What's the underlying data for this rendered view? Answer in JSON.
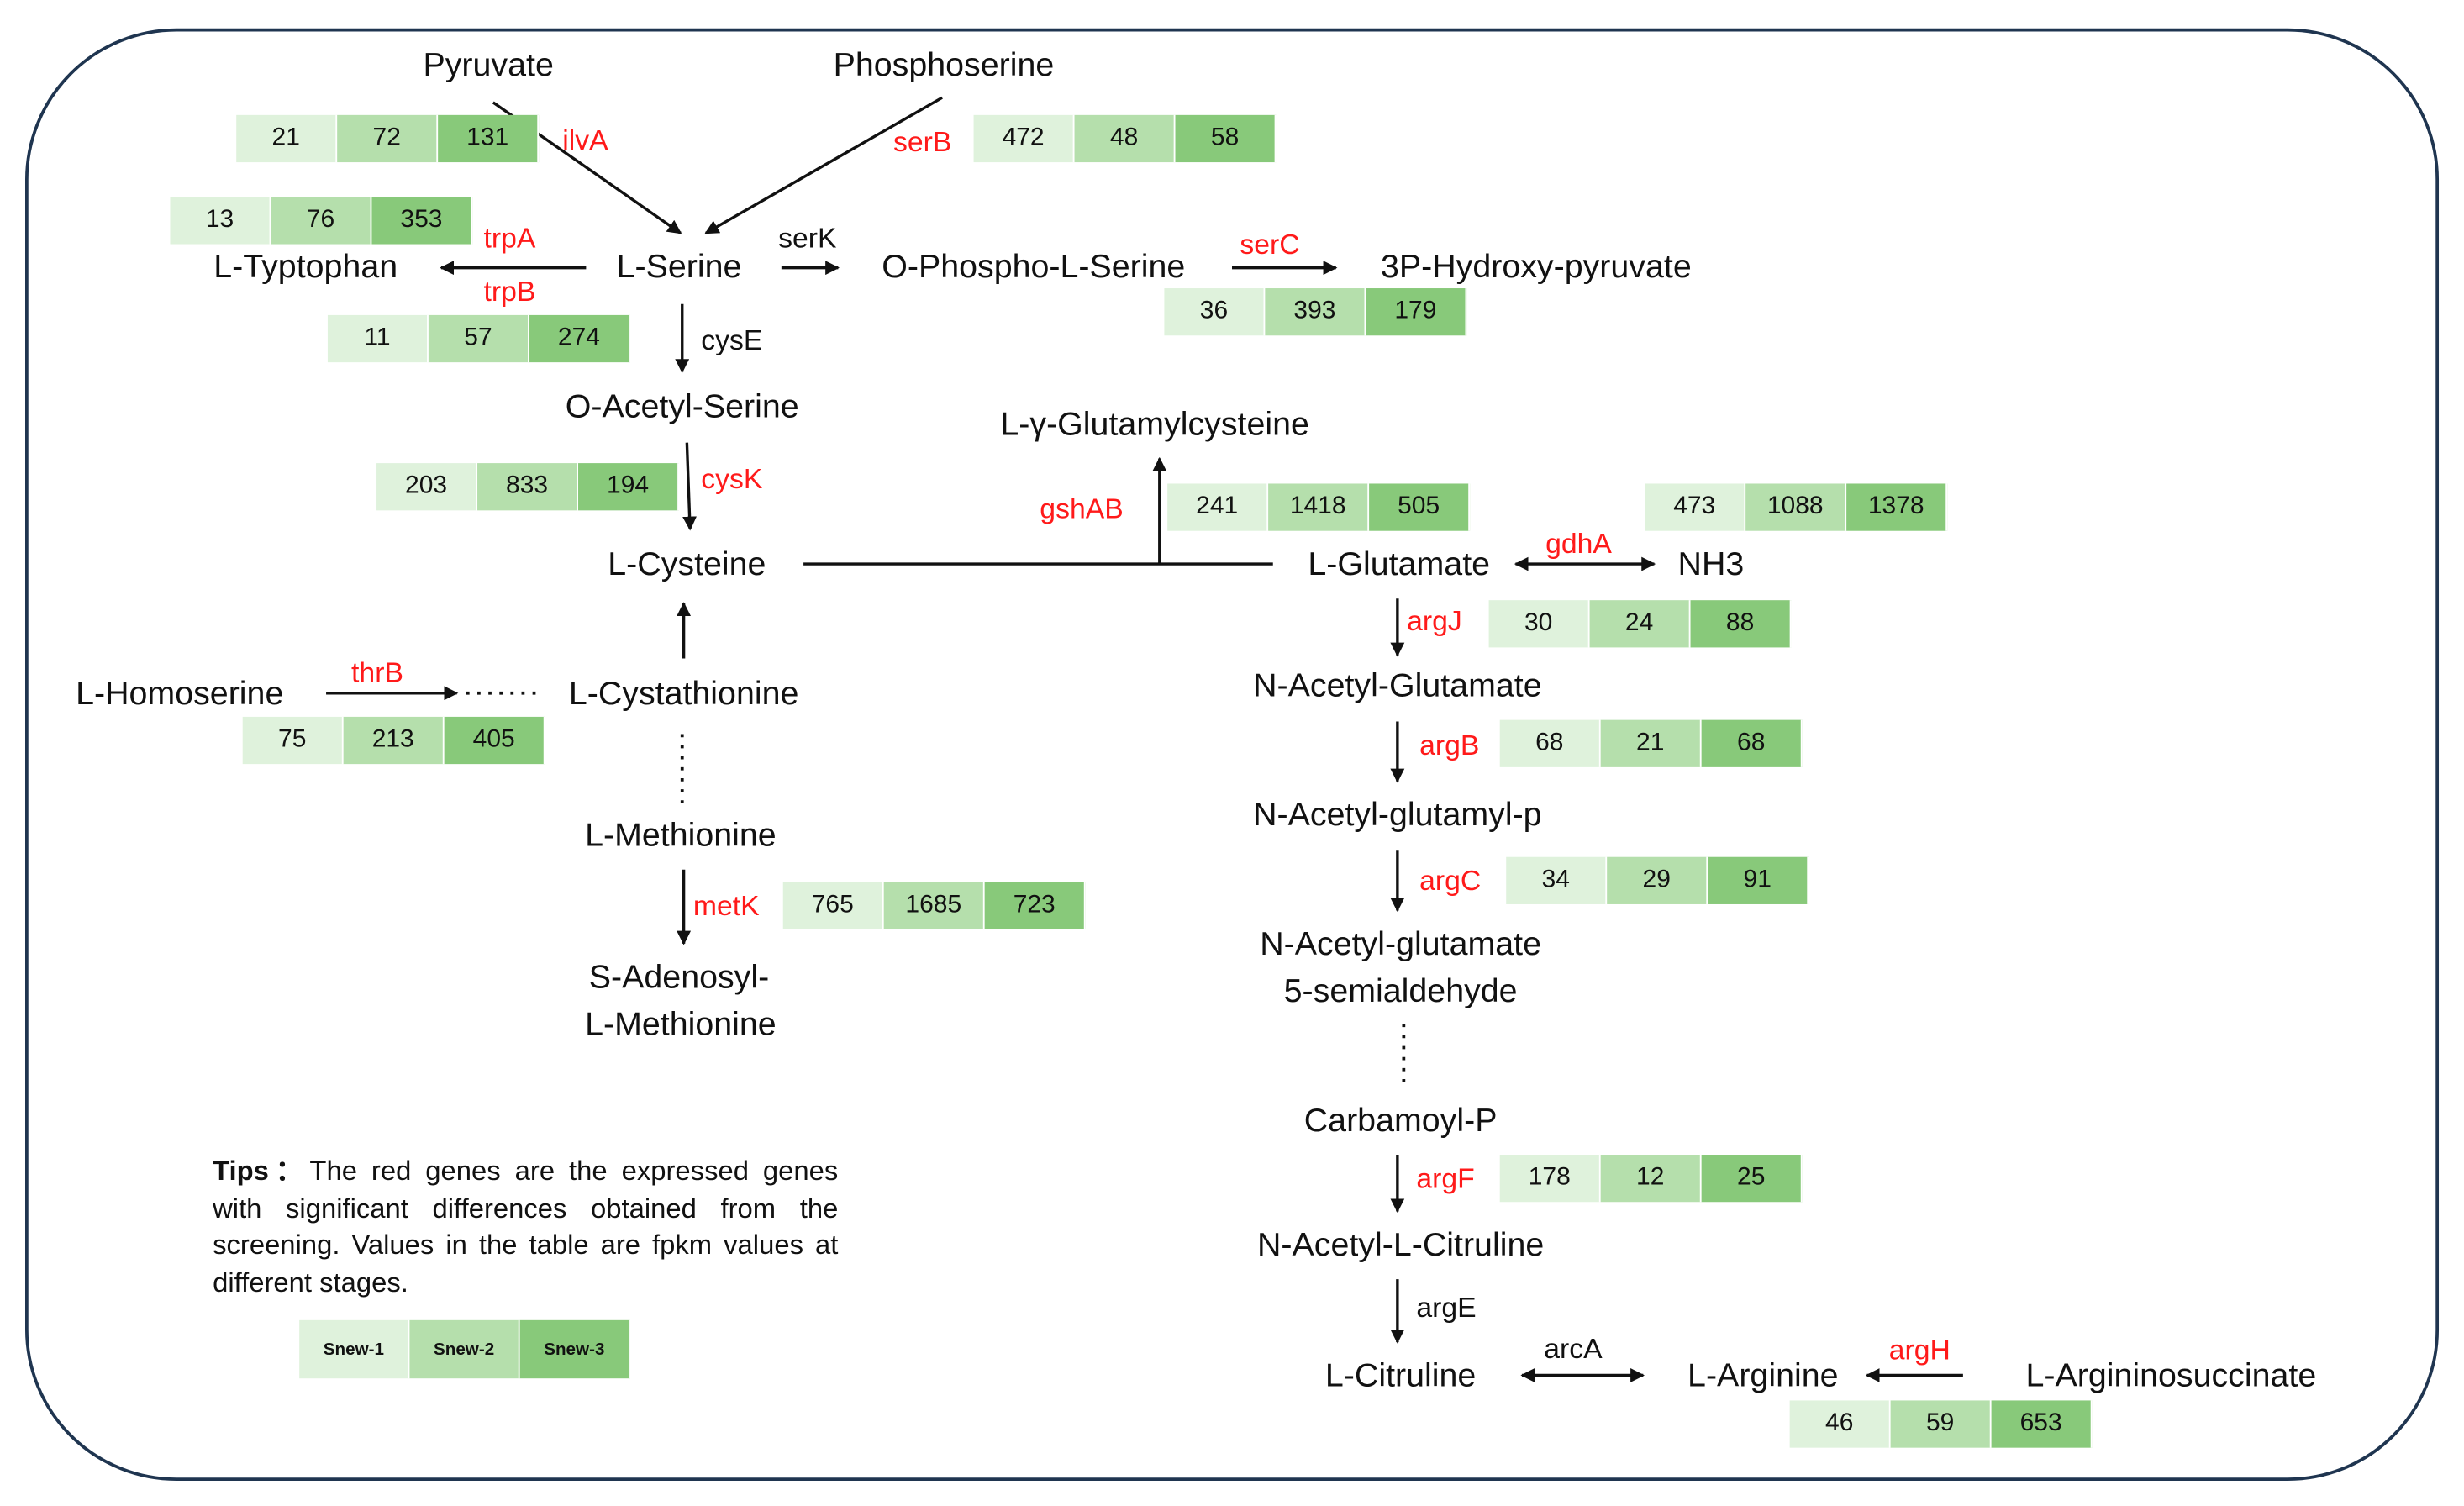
{
  "metabolites": {
    "pyruvate": "Pyruvate",
    "phosphoserine": "Phosphoserine",
    "l_tryptophan": "L-Typtophan",
    "l_serine": "L-Serine",
    "o_phospho_l_serine": "O-Phospho-L-Serine",
    "hydroxy_pyruvate": "3P-Hydroxy-pyruvate",
    "o_acetyl_serine": "O-Acetyl-Serine",
    "glutamylcysteine": "L-γ-Glutamylcysteine",
    "l_cysteine": "L-Cysteine",
    "l_glutamate": "L-Glutamate",
    "nh3": "NH3",
    "l_homoserine": "L-Homoserine",
    "l_cystathionine": "L-Cystathionine",
    "n_acetyl_glutamate": "N-Acetyl-Glutamate",
    "l_methionine": "L-Methionine",
    "n_acetyl_glutamyl_p": "N-Acetyl-glutamyl-p",
    "s_adenosyl_1": "S-Adenosyl-",
    "s_adenosyl_2": "L-Methionine",
    "n_acetyl_glutamate_semi_1": "N-Acetyl-glutamate",
    "n_acetyl_glutamate_semi_2": "5-semialdehyde",
    "carbamoyl_p": "Carbamoyl-P",
    "n_acetyl_l_citrulline": "N-Acetyl-L-Citruline",
    "l_citrulline": "L-Citruline",
    "l_arginine": "L-Arginine",
    "l_argininosuccinate": "L-Argininosuccinate"
  },
  "genes": {
    "ilvA": "ilvA",
    "serB": "serB",
    "trpA": "trpA",
    "trpB": "trpB",
    "serK": "serK",
    "serC": "serC",
    "cysE": "cysE",
    "cysK": "cysK",
    "gshAB": "gshAB",
    "gdhA": "gdhA",
    "argJ": "argJ",
    "thrB": "thrB",
    "argB": "argB",
    "argC": "argC",
    "metK": "metK",
    "argF": "argF",
    "argE": "argE",
    "arcA": "arcA",
    "argH": "argH"
  },
  "fpkm": {
    "ilvA": [
      "21",
      "72",
      "131"
    ],
    "serB": [
      "472",
      "48",
      "58"
    ],
    "trpA": [
      "13",
      "76",
      "353"
    ],
    "trpB": [
      "11",
      "57",
      "274"
    ],
    "serC": [
      "36",
      "393",
      "179"
    ],
    "cysK": [
      "203",
      "833",
      "194"
    ],
    "gshAB": [
      "241",
      "1418",
      "505"
    ],
    "gdhA": [
      "473",
      "1088",
      "1378"
    ],
    "argJ": [
      "30",
      "24",
      "88"
    ],
    "thrB": [
      "75",
      "213",
      "405"
    ],
    "argB": [
      "68",
      "21",
      "68"
    ],
    "argC": [
      "34",
      "29",
      "91"
    ],
    "metK": [
      "765",
      "1685",
      "723"
    ],
    "argF": [
      "178",
      "12",
      "25"
    ],
    "argH": [
      "46",
      "59",
      "653"
    ]
  },
  "tips": {
    "heading": "Tips：",
    "text": "The red genes are the expressed genes with significant differences obtained from the screening. Values in the table are fpkm values at different stages."
  },
  "legend": [
    "Snew-1",
    "Snew-2",
    "Snew-3"
  ],
  "colors": {
    "significant_gene": "#ff1a1a",
    "stage1": "#dff2dc",
    "stage2": "#b5dfac",
    "stage3": "#88c97a",
    "frame": "#1f3550"
  }
}
